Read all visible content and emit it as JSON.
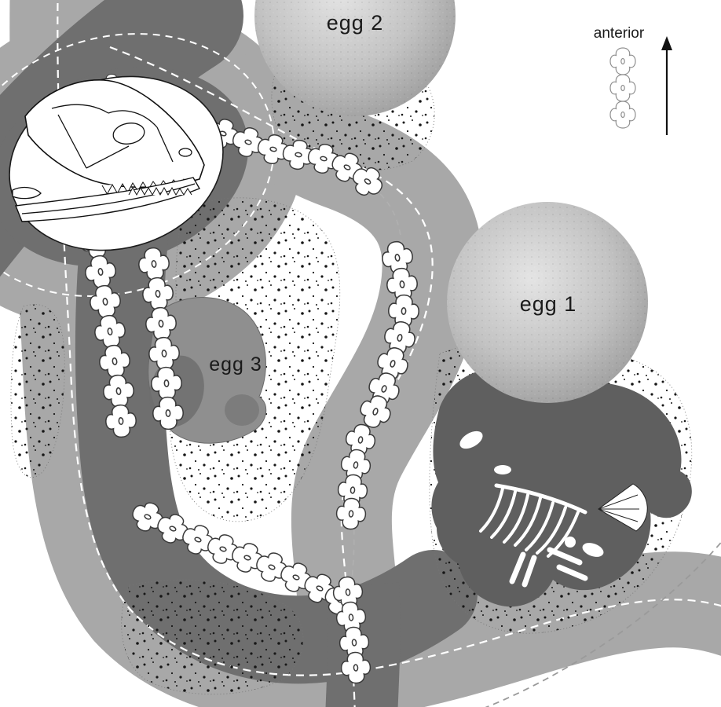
{
  "figure": {
    "type": "paleontological-illustration",
    "description": "fossil snake coiled around eggs with hatchling skeleton",
    "labels": {
      "egg1": "egg 1",
      "egg2": "egg 2",
      "egg3": "egg 3",
      "anterior": "anterior"
    },
    "icons": {
      "anterior_arrow": "up-arrow-icon",
      "anterior_vertebrae": "vertebrae-icon",
      "skull": "snake-skull-illustration",
      "hatchling": "hatchling-skeleton-illustration"
    },
    "colors": {
      "background": "#ffffff",
      "band_light": "#a8a8a8",
      "band_dark": "#6f6f6f",
      "matrix_dark": "#5f5f5f",
      "egg_highlight": "#e4e4e4",
      "egg_mid": "#c3c3c3",
      "egg_edge": "#989898",
      "egg3_fill": "#8f8f8f",
      "bone_fill": "#ffffff",
      "outline_ink": "#1a1a1a"
    }
  }
}
